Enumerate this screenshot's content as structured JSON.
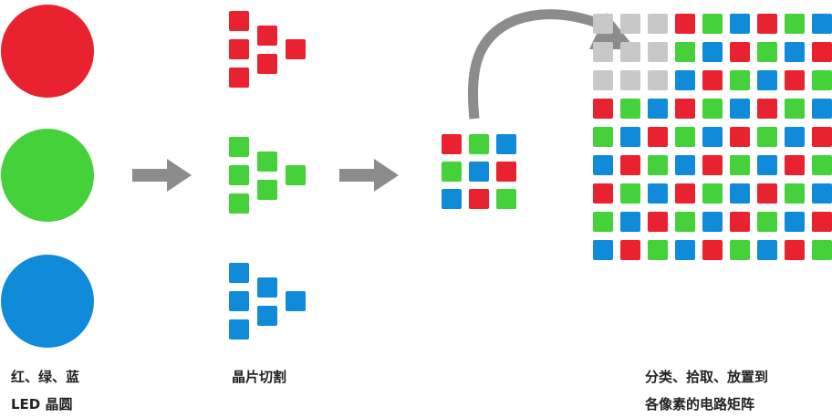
{
  "colors": {
    "red": "#e8232f",
    "green": "#44d13a",
    "blue": "#0f8bd9",
    "gray": "#c8c8c8",
    "arrow": "#8c8c8c"
  },
  "wafers": [
    "red",
    "green",
    "blue"
  ],
  "chip_grid": [
    [
      "red",
      "green",
      "blue"
    ],
    [
      "green",
      "blue",
      "red"
    ],
    [
      "blue",
      "red",
      "green"
    ]
  ],
  "matrix": [
    [
      "gray",
      "gray",
      "gray",
      "red",
      "green",
      "blue",
      "red",
      "green",
      "blue"
    ],
    [
      "gray",
      "gray",
      "gray",
      "green",
      "blue",
      "red",
      "green",
      "blue",
      "red"
    ],
    [
      "gray",
      "gray",
      "gray",
      "blue",
      "red",
      "green",
      "blue",
      "red",
      "green"
    ],
    [
      "red",
      "green",
      "blue",
      "red",
      "green",
      "blue",
      "red",
      "green",
      "blue"
    ],
    [
      "green",
      "blue",
      "red",
      "green",
      "blue",
      "red",
      "green",
      "blue",
      "red"
    ],
    [
      "blue",
      "red",
      "green",
      "blue",
      "red",
      "green",
      "blue",
      "red",
      "green"
    ],
    [
      "red",
      "green",
      "blue",
      "red",
      "green",
      "blue",
      "red",
      "green",
      "blue"
    ],
    [
      "green",
      "blue",
      "red",
      "green",
      "blue",
      "red",
      "green",
      "blue",
      "red"
    ],
    [
      "blue",
      "red",
      "green",
      "blue",
      "red",
      "green",
      "blue",
      "red",
      "green"
    ]
  ],
  "captions": {
    "wafer_line1": "红、绿、蓝",
    "wafer_line2": "LED 晶圆",
    "dicing": "晶片切割",
    "matrix_line1": "分类、拾取、放置到",
    "matrix_line2": "各像素的电路矩阵"
  }
}
